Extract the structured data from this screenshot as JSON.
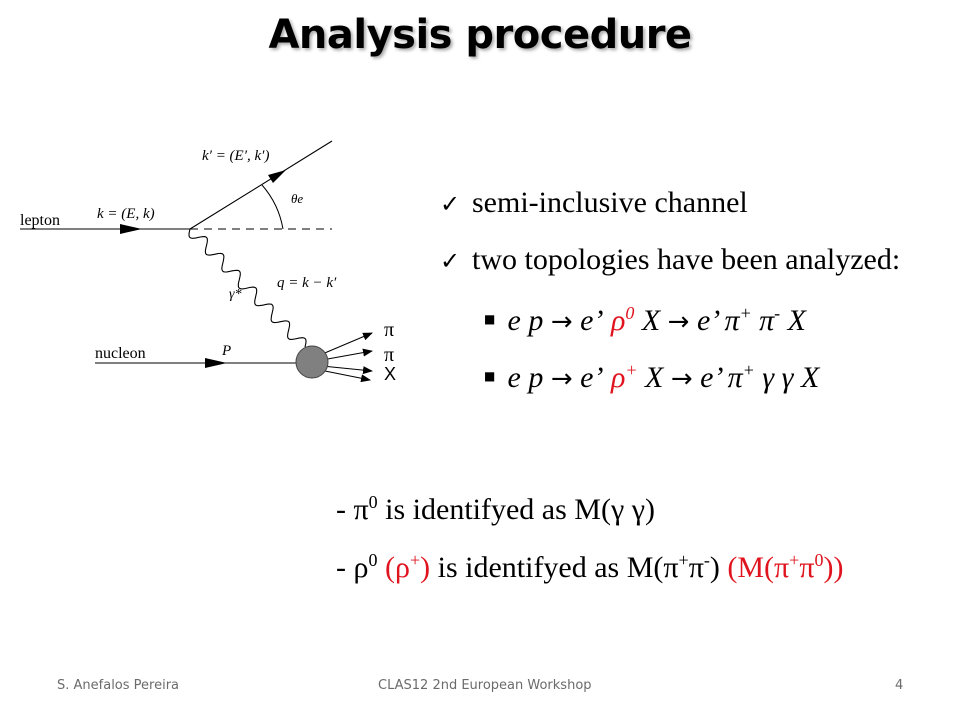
{
  "slide": {
    "title": "Analysis procedure"
  },
  "diagram": {
    "lepton_label": "lepton",
    "nucleon_label": "nucleon",
    "k_label": "k = (E, k)",
    "kprime_label": "k′ = (E′, k′)",
    "theta_label": "θe",
    "q_label": "q = k − k′",
    "gamma_label": "γ*",
    "p_label": "P",
    "products": [
      "π",
      "π",
      "X"
    ]
  },
  "bullets": {
    "items": [
      {
        "check": "✓",
        "text": "semi-inclusive channel"
      },
      {
        "check": "✓",
        "text": "two topologies have been analyzed:"
      }
    ],
    "reactions": [
      {
        "bullet": "■",
        "lhs": "e p",
        "arrow": "→",
        "mid_e": "e’",
        "rho": "ρ",
        "rho_sup": "0",
        "mid_X": "X",
        "arrow2": "→",
        "out": "e’ π",
        "out_sup": "+",
        "tail": "π",
        "tail_sup": "-",
        "tail_X": "X"
      },
      {
        "bullet": "■",
        "lhs": "e p",
        "arrow": "→",
        "mid_e": "e’",
        "rho": "ρ",
        "rho_sup": "+",
        "mid_X": "X",
        "arrow2": "→",
        "out": "e’ π",
        "out_sup": "+",
        "tail": "γ γ X"
      }
    ]
  },
  "notes": {
    "line1": {
      "dash": "-",
      "pi": "π",
      "pi_sup": "0",
      "text": "is identifyed as M(γ γ)"
    },
    "line2": {
      "dash": "-",
      "rho": "ρ",
      "rho_sup": "0",
      "red_open": "(ρ",
      "red_sup": "+",
      "red_close": ")",
      "text": "is identifyed as M(π",
      "sup1": "+",
      "mid": "π",
      "sup2": "-",
      "close": ")",
      "red_tail_open": "(M(π",
      "red_tail_sup1": "+",
      "red_tail_mid": "π",
      "red_tail_sup2": "0",
      "red_tail_close": "))"
    }
  },
  "footer": {
    "author": "S. Anefalos Pereira",
    "event": "CLAS12 2nd European Workshop",
    "page": "4"
  },
  "colors": {
    "accent_red": "#e0141e",
    "footer_gray": "#6b6b6b",
    "blob_gray": "#808080"
  }
}
